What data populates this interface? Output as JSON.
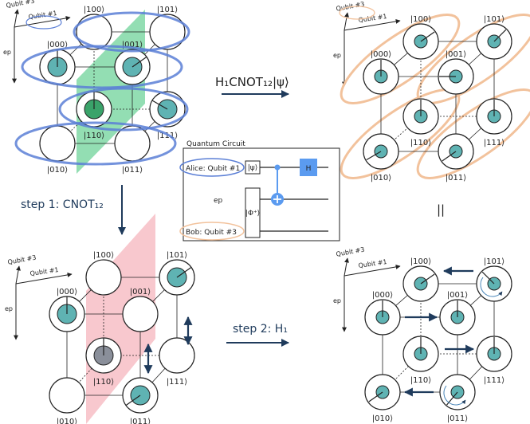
{
  "axes": {
    "qubit1": "Qubit #1",
    "qubit3": "Qubit #3",
    "ep": "ep"
  },
  "kets": {
    "k000": "|000⟩",
    "k001": "|001⟩",
    "k010": "|010⟩",
    "k011": "|011⟩",
    "k100": "|100⟩",
    "k101": "|101⟩",
    "k110": "|110⟩",
    "k111": "|111⟩"
  },
  "operation_top": "H₁CNOT₁₂|ψ⟩",
  "step1": "step 1: CNOT₁₂",
  "step2": "step 2: H₁",
  "equals": "||",
  "circuit": {
    "title": "Quantum Circuit",
    "alice": "Alice: Qubit #1",
    "ep": "ep",
    "bob": "Bob: Qubit #3",
    "psi": "|ψ⟩",
    "phi": "|Φ⁺⟩",
    "hadamard": "H"
  },
  "colors": {
    "teal": "#5fb3b3",
    "blue_ellipse": "#5b7fd6",
    "orange_ellipse": "#f2c29c",
    "green_plane": "#6fd39a",
    "red_plane": "#f5b6bd",
    "navy": "#1f3b5c",
    "gate_blue": "#5b9bf0"
  }
}
